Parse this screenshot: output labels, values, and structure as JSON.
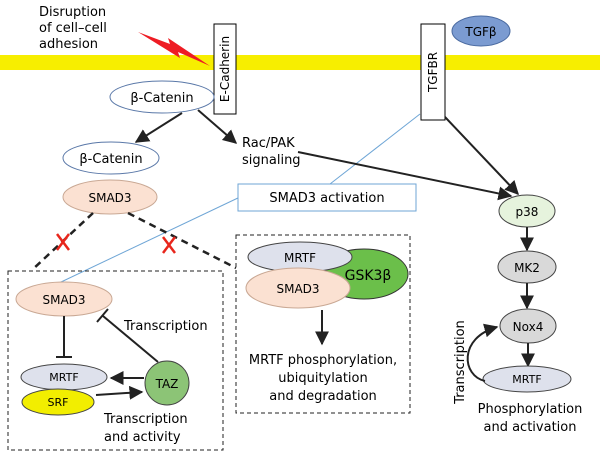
{
  "membrane": {
    "color": "#f7ee00"
  },
  "colors": {
    "smad3": "#fbe1d2",
    "mrtf": "#dee1ec",
    "gsk3b": "#6bbf4a",
    "taz": "#8cc476",
    "srf": "#f2ee00",
    "p38": "#e6f3dd",
    "grey_node": "#d9d9d9",
    "tgfb": "#7b9bd1",
    "inhibit_x": "#e8261c",
    "lightning": "#ee1c24",
    "activation_box_border": "#6fa6d6",
    "blue_line": "#6fa6d6"
  },
  "disruption": {
    "line1": "Disruption",
    "line2": "of cell–cell",
    "line3": "adhesion"
  },
  "ecadherin": {
    "label": "E-Cadherin"
  },
  "tgfbr": {
    "label": "TGFBR"
  },
  "tgfb": {
    "label": "TGFβ"
  },
  "beta_catenin_top": {
    "label": "β-Catenin"
  },
  "beta_catenin_left": {
    "label": "β-Catenin"
  },
  "rac_pak": {
    "line1": "Rac/PAK",
    "line2": "signaling"
  },
  "smad3_left": {
    "label": "SMAD3"
  },
  "smad3_activation": {
    "label": "SMAD3 activation"
  },
  "left_box": {
    "smad3": "SMAD3",
    "transcription": "Transcription",
    "mrtf": "MRTF",
    "srf": "SRF",
    "taz": "TAZ",
    "caption_line1": "Transcription",
    "caption_line2": "and activity"
  },
  "middle_box": {
    "mrtf": "MRTF",
    "gsk3b": "GSK3β",
    "smad3": "SMAD3",
    "caption_line1": "MRTF phosphorylation,",
    "caption_line2": "ubiquitylation",
    "caption_line3": "and degradation"
  },
  "right_pathway": {
    "p38": "p38",
    "mk2": "MK2",
    "nox4": "Nox4",
    "mrtf": "MRTF",
    "side_label": "Transcription",
    "caption_line1": "Phosphorylation",
    "caption_line2": "and activation"
  }
}
